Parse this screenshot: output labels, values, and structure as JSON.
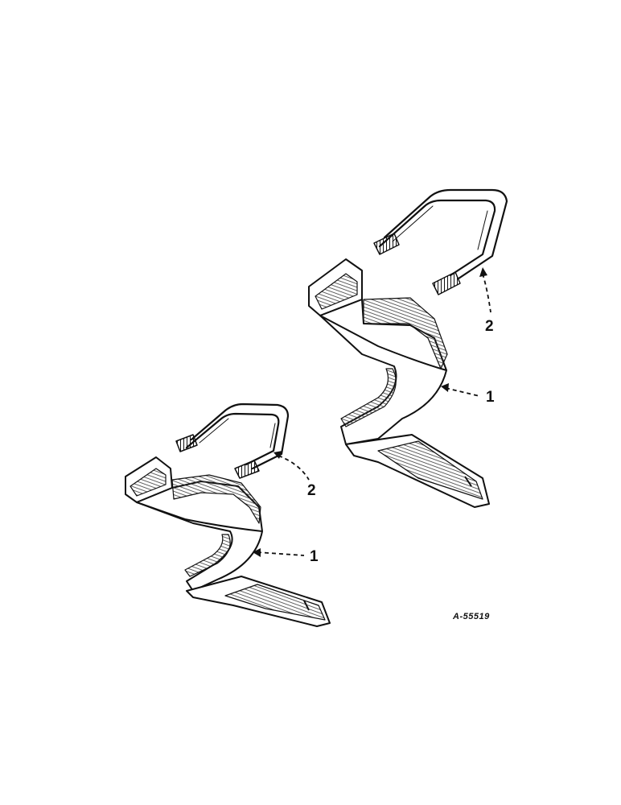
{
  "callouts": {
    "large_clamp": "2",
    "large_shank": "1",
    "small_clamp": "2",
    "small_shank": "1"
  },
  "figure_id": "A-55519",
  "colors": {
    "ink": "#111111",
    "paper": "#ffffff",
    "hatch": "#3a3a3a"
  }
}
